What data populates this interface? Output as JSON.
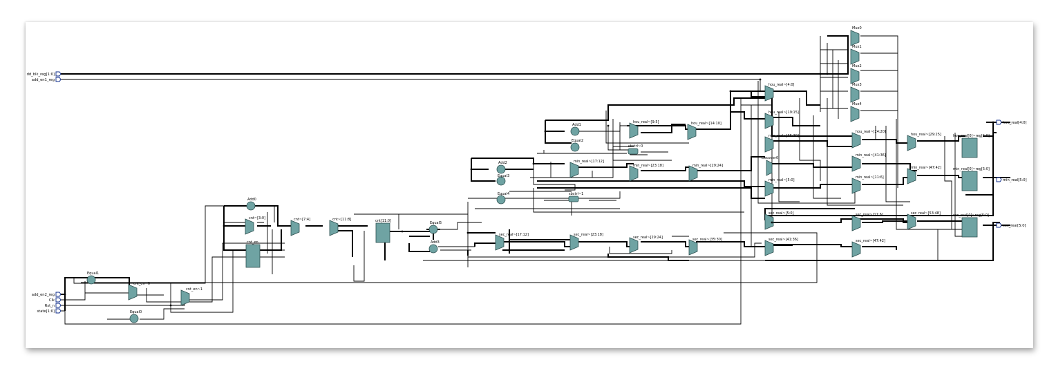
{
  "inputs": [
    "dd_blk_reg[1:0]",
    "add_en1_reg",
    "add_en2_reg",
    "Clk",
    "Rst_n",
    "state[1:0]"
  ],
  "outputs": [
    "hou_real[4:0]",
    "min_real[5:0]",
    "sec_real[5:0]"
  ],
  "blocks": {
    "Add0": "Add0",
    "cnt_30": "cnt~[3:0]",
    "cnt_74": "cnt~[7:4]",
    "cnt_118": "cnt~[11:8]",
    "cnt_reg": "cnt[11:0]",
    "cnt_en": "cnt_en",
    "cnt_en0": "cnt_en~0",
    "cnt_en1": "cnt_en~1",
    "Equal1": "Equal1",
    "Equal0": "Equal0",
    "Equal5": "Equal5",
    "Add3": "Add3",
    "Add2": "Add2",
    "Equal3": "Equal3",
    "Equal4": "Equal4",
    "Add1": "Add1",
    "Equal2": "Equal2",
    "sig0": "sbctrl~0",
    "sig1": "sbctrl~1",
    "min1712": "min_real~[17:12]",
    "min2318": "min_real~[23:18]",
    "min2924": "min_real~[29:24]",
    "sec1712": "sec_real~[17:12]",
    "sec2318": "sec_real~[23:18]",
    "sec2924": "sec_real~[29:24]",
    "sec3530": "sec_real~[35:30]",
    "hou95": "hou_real~[9:5]",
    "hou1410": "hou_real~[14:10]",
    "hou40": "hou_real~[4:0]",
    "hou1915": "hou_real~[19:15]",
    "min3530": "min_real~[35:30]",
    "decoder": "Decoder0",
    "min50": "min_real~[5:0]",
    "sec50": "sec_real~[5:0]",
    "sec4136": "sec_real~[41:36]",
    "mux0": "Mux0",
    "mux1": "Mux1",
    "mux2": "Mux2",
    "mux3": "Mux3",
    "mux4": "Mux4",
    "hou2420": "hou_real~[24:20]",
    "min4136": "min_real~[41:36]",
    "min116": "min_real~[11:6]",
    "sec116": "sec_real~[11:6]",
    "sec4742": "sec_real~[47:42]",
    "hou2925": "hou_real~[29:25]",
    "min4742": "min_real~[47:42]",
    "sec5348": "sec_real~[53:48]",
    "hou_reg": "hou_real[0]~reg[4:0]",
    "min_reg": "min_real[0]~reg[5:0]",
    "sec_reg": "sec_real[0]~reg[5:0]"
  }
}
